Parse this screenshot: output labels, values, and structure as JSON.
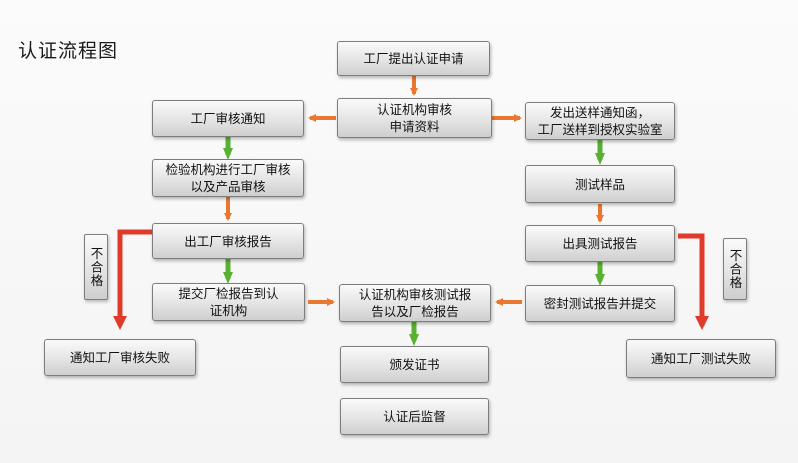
{
  "title": "认证流程图",
  "nodes": {
    "apply": "工厂提出认证申请",
    "review_material_1": "认证机构审核",
    "review_material_2": "申请资料",
    "factory_audit_notice": "工厂审核通知",
    "sample_notice_1": "发出送样通知函，",
    "sample_notice_2": "工厂送样到授权实验室",
    "inspection_1": "检验机构进行工厂审核",
    "inspection_2": "以及产品审核",
    "test_samples": "测试样品",
    "factory_audit_report": "出工厂审核报告",
    "test_report": "出具测试报告",
    "submit_report_1": "提交厂检报告到认",
    "submit_report_2": "证机构",
    "cert_review_1": "认证机构审核测试报",
    "cert_review_2": "告以及厂检报告",
    "seal_submit": "密封测试报告并提交",
    "issue_cert": "颁发证书",
    "factory_fail": "通知工厂审核失败",
    "test_fail": "通知工厂测试失败",
    "surveillance": "认证后监督"
  },
  "fail_tags": {
    "left": "不合格",
    "right": "不合格"
  },
  "colors": {
    "orange_arrow": "#e8782f",
    "green_arrow": "#5ab032",
    "red_arrow": "#e03a2a"
  }
}
